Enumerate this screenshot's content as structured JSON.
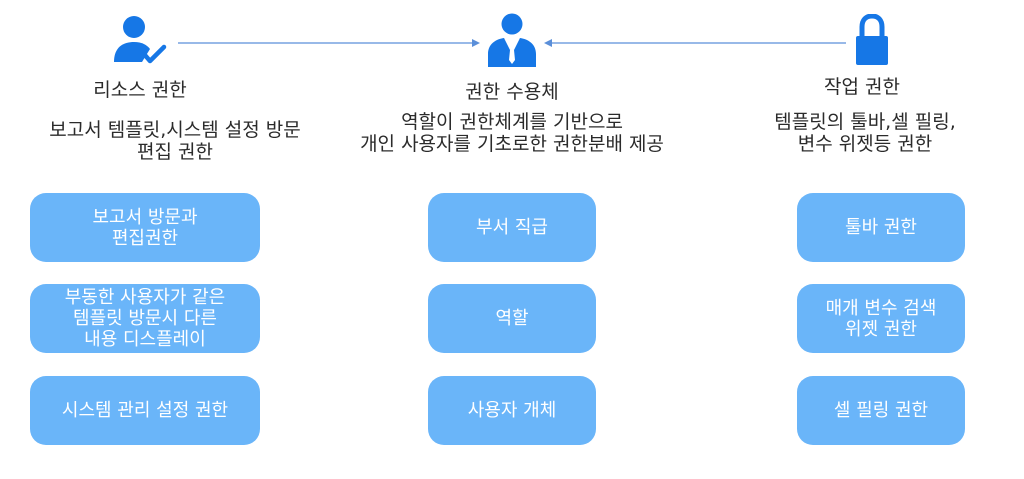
{
  "diagram": {
    "colors": {
      "accent": "#1677e6",
      "box": "#6ab5f9",
      "arrow": "#5b8fd9",
      "text": "#2b2b2b"
    },
    "columns": [
      {
        "icon": "user-check-icon",
        "title": "리소스 권한",
        "desc_lines": [
          "보고서 템플릿,시스템 설정 방문",
          "편집 권한"
        ],
        "boxes": [
          "보고서 방문과\n편집권한",
          "부동한 사용자가 같은\n템플릿 방문시 다른\n내용 디스플레이",
          "시스템 관리 설정 권한"
        ]
      },
      {
        "icon": "user-suit-icon",
        "title": "권한 수용체",
        "desc_lines": [
          "역할이 권한체계를 기반으로",
          "개인 사용자를 기초로한 권한분배 제공"
        ],
        "boxes": [
          "부서 직급",
          "역할",
          "사용자 개체"
        ]
      },
      {
        "icon": "lock-icon",
        "title": "작업 권한",
        "desc_lines": [
          "템플릿의 툴바,셀 필링,",
          "변수 위젯등 권한"
        ],
        "boxes": [
          "툴바 권한",
          "매개 변수 검색\n위젯 권한",
          "셀 필링 권한"
        ]
      }
    ]
  }
}
